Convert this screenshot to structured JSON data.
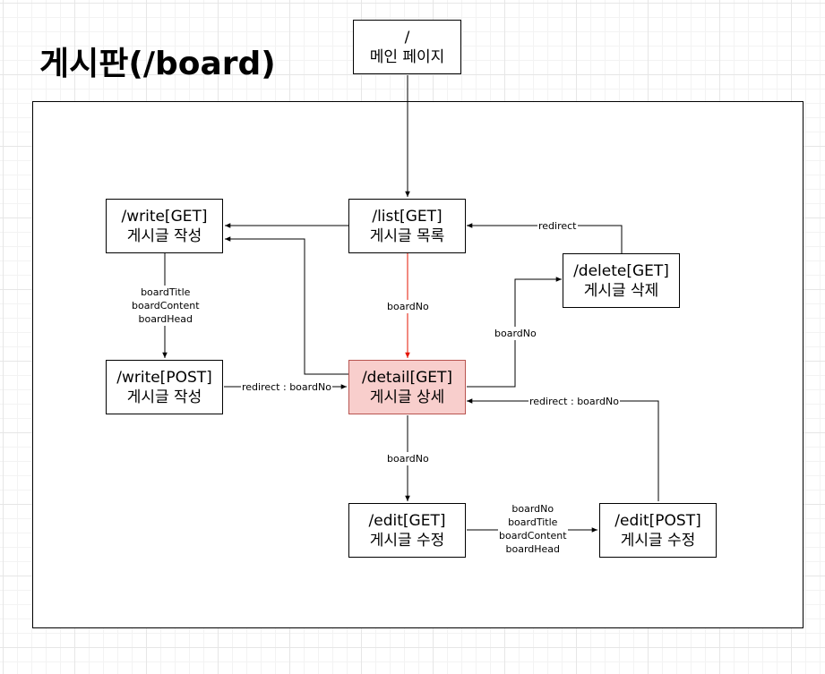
{
  "title": "게시판(/board)",
  "nodes": {
    "main": {
      "line1": "/",
      "line2": "메인 페이지"
    },
    "list": {
      "line1": "/list[GET]",
      "line2": "게시글 목록"
    },
    "write_get": {
      "line1": "/write[GET]",
      "line2": "게시글 작성"
    },
    "write_post": {
      "line1": "/write[POST]",
      "line2": "게시글 작성"
    },
    "detail": {
      "line1": "/detail[GET]",
      "line2": "게시글 상세"
    },
    "delete": {
      "line1": "/delete[GET]",
      "line2": "게시글 삭제"
    },
    "edit_get": {
      "line1": "/edit[GET]",
      "line2": "게시글 수정"
    },
    "edit_post": {
      "line1": "/edit[POST]",
      "line2": "게시글 수정"
    }
  },
  "edges": {
    "delete_redirect": "redirect",
    "write_params": [
      "boardTitle",
      "boardContent",
      "boardHead"
    ],
    "list_to_detail": "boardNo",
    "detail_to_delete": "boardNo",
    "write_post_redirect": "redirect : boardNo",
    "edit_post_redirect": "redirect : boardNo",
    "detail_to_edit": "boardNo",
    "edit_params": [
      "boardNo",
      "boardTitle",
      "boardContent",
      "boardHead"
    ]
  },
  "colors": {
    "highlight_fill": "#f8cecc",
    "highlight_border": "#b85450",
    "highlight_edge": "#e51400",
    "edge": "#000000"
  }
}
